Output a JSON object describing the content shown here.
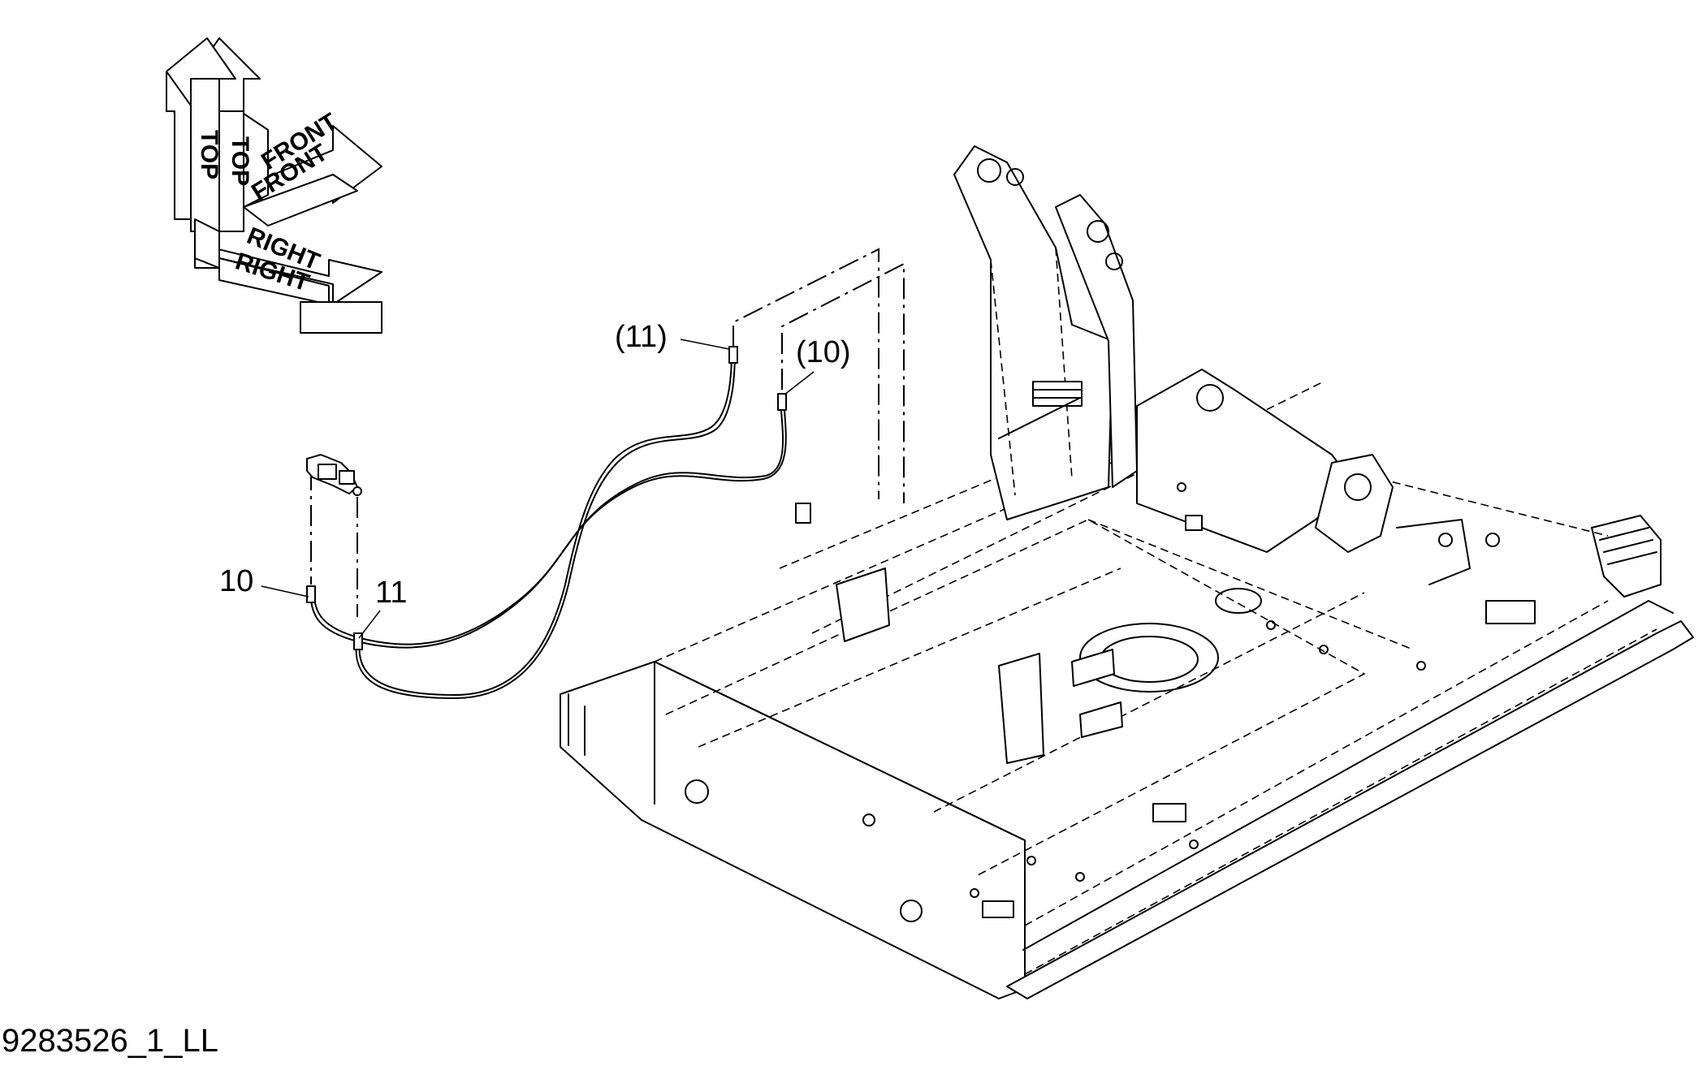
{
  "orientation": {
    "top_label": "TOP",
    "front_label": "FRONT",
    "right_label": "RIGHT"
  },
  "callouts": {
    "c11_paren": "(11)",
    "c10_paren": "(10)",
    "c10": "10",
    "c11": "11"
  },
  "figure_id": "9283526_1_LL"
}
